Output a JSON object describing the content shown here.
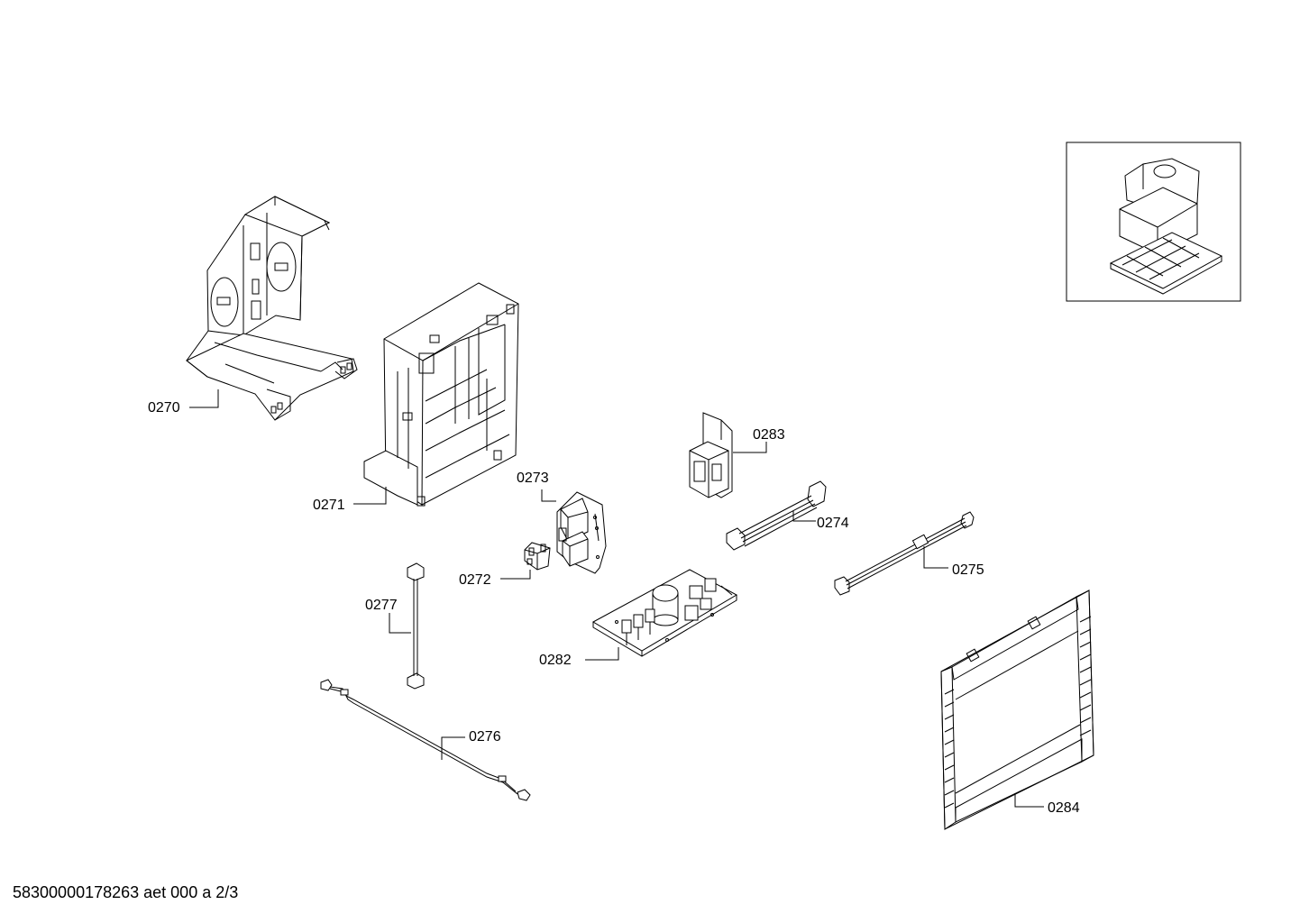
{
  "parts": {
    "p0270": "0270",
    "p0271": "0271",
    "p0272": "0272",
    "p0273": "0273",
    "p0274": "0274",
    "p0275": "0275",
    "p0276": "0276",
    "p0277": "0277",
    "p0282": "0282",
    "p0283": "0283",
    "p0284": "0284"
  },
  "footer": {
    "doc_code": "58300000178263 aet 000 a 2/3"
  },
  "colors": {
    "line": "#000000",
    "paper": "#ffffff"
  }
}
